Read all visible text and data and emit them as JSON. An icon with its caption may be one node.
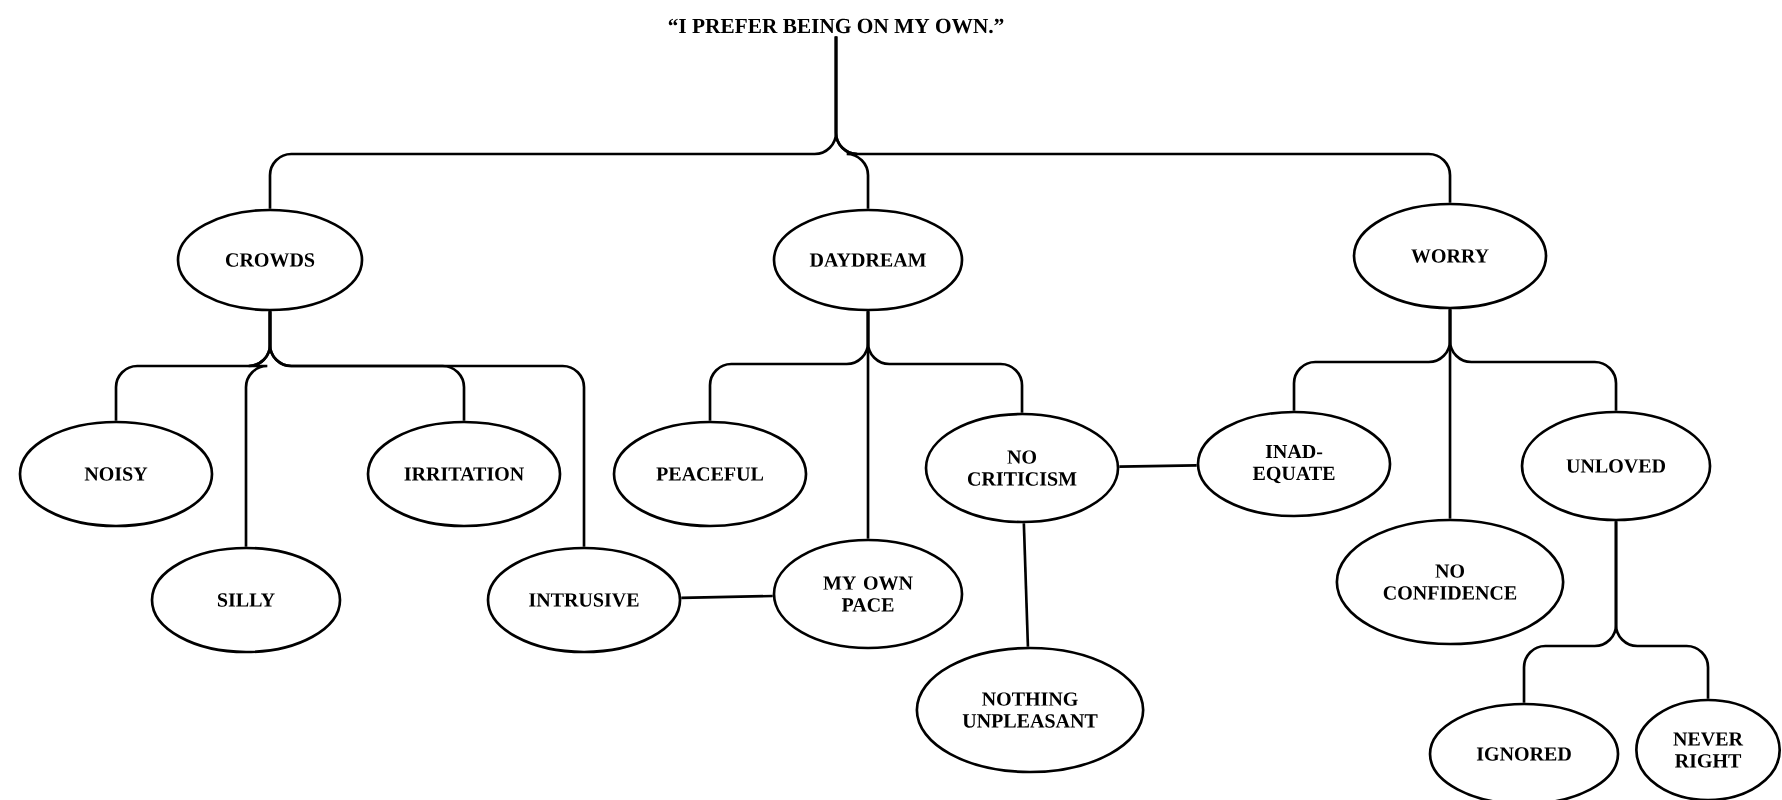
{
  "diagram": {
    "nodes": [
      {
        "text": [
          "“I PREFER BEING ON MY OWN.”"
        ]
      },
      {
        "text": [
          "CROWDS"
        ]
      },
      {
        "text": [
          "DAYDREAM"
        ]
      },
      {
        "text": [
          "WORRY"
        ]
      },
      {
        "text": [
          "NOISY"
        ]
      },
      {
        "text": [
          "SILLY"
        ]
      },
      {
        "text": [
          "IRRITATION"
        ]
      },
      {
        "text": [
          "INTRUSIVE"
        ]
      },
      {
        "text": [
          "PEACEFUL"
        ]
      },
      {
        "text": [
          "MY OWN PACE"
        ]
      },
      {
        "text": [
          "NO CRITICISM"
        ]
      },
      {
        "text": [
          "NOTHING UNPLEASANT"
        ]
      },
      {
        "text": [
          "INAD- EQUATE"
        ]
      },
      {
        "text": [
          "NO CONFIDENCE"
        ]
      },
      {
        "text": [
          "UNLOVED"
        ]
      },
      {
        "text": [
          "IGNORED"
        ]
      },
      {
        "text": [
          "NEVER RIGHT"
        ]
      }
    ],
    "edges": [
      {
        "from": 0,
        "to": 1,
        "arrow": "none"
      },
      {
        "from": 0,
        "to": 2,
        "arrow": "none"
      },
      {
        "from": 0,
        "to": 3,
        "arrow": "none"
      },
      {
        "from": 1,
        "to": 4,
        "arrow": "none"
      },
      {
        "from": 1,
        "to": 5,
        "arrow": "none"
      },
      {
        "from": 1,
        "to": 6,
        "arrow": "none"
      },
      {
        "from": 1,
        "to": 7,
        "arrow": "none"
      },
      {
        "from": 2,
        "to": 8,
        "arrow": "none"
      },
      {
        "from": 2,
        "to": 9,
        "arrow": "none"
      },
      {
        "from": 2,
        "to": 10,
        "arrow": "none"
      },
      {
        "from": 7,
        "to": 9,
        "arrow": "none"
      },
      {
        "from": 10,
        "to": 11,
        "arrow": "none"
      },
      {
        "from": 10,
        "to": 12,
        "arrow": "none"
      },
      {
        "from": 3,
        "to": 12,
        "arrow": "none"
      },
      {
        "from": 3,
        "to": 13,
        "arrow": "none"
      },
      {
        "from": 3,
        "to": 14,
        "arrow": "none"
      },
      {
        "from": 14,
        "to": 15,
        "arrow": "none"
      },
      {
        "from": 14,
        "to": 16,
        "arrow": "none"
      }
    ]
  }
}
